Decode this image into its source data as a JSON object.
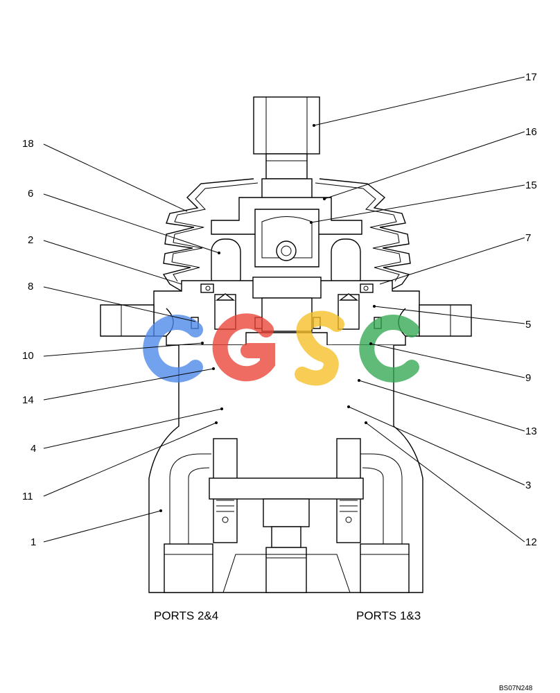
{
  "callouts": [
    "17",
    "16",
    "15",
    "18",
    "6",
    "2",
    "7",
    "8",
    "5",
    "10",
    "9",
    "14",
    "13",
    "4",
    "3",
    "11",
    "12",
    "1"
  ],
  "ports_left": "PORTS 2&4",
  "ports_right": "PORTS 1&3",
  "drawing_code": "BS07N248",
  "watermark_colors": [
    "#4a86e8",
    "#ea4335",
    "#f6c026",
    "#34a853"
  ]
}
